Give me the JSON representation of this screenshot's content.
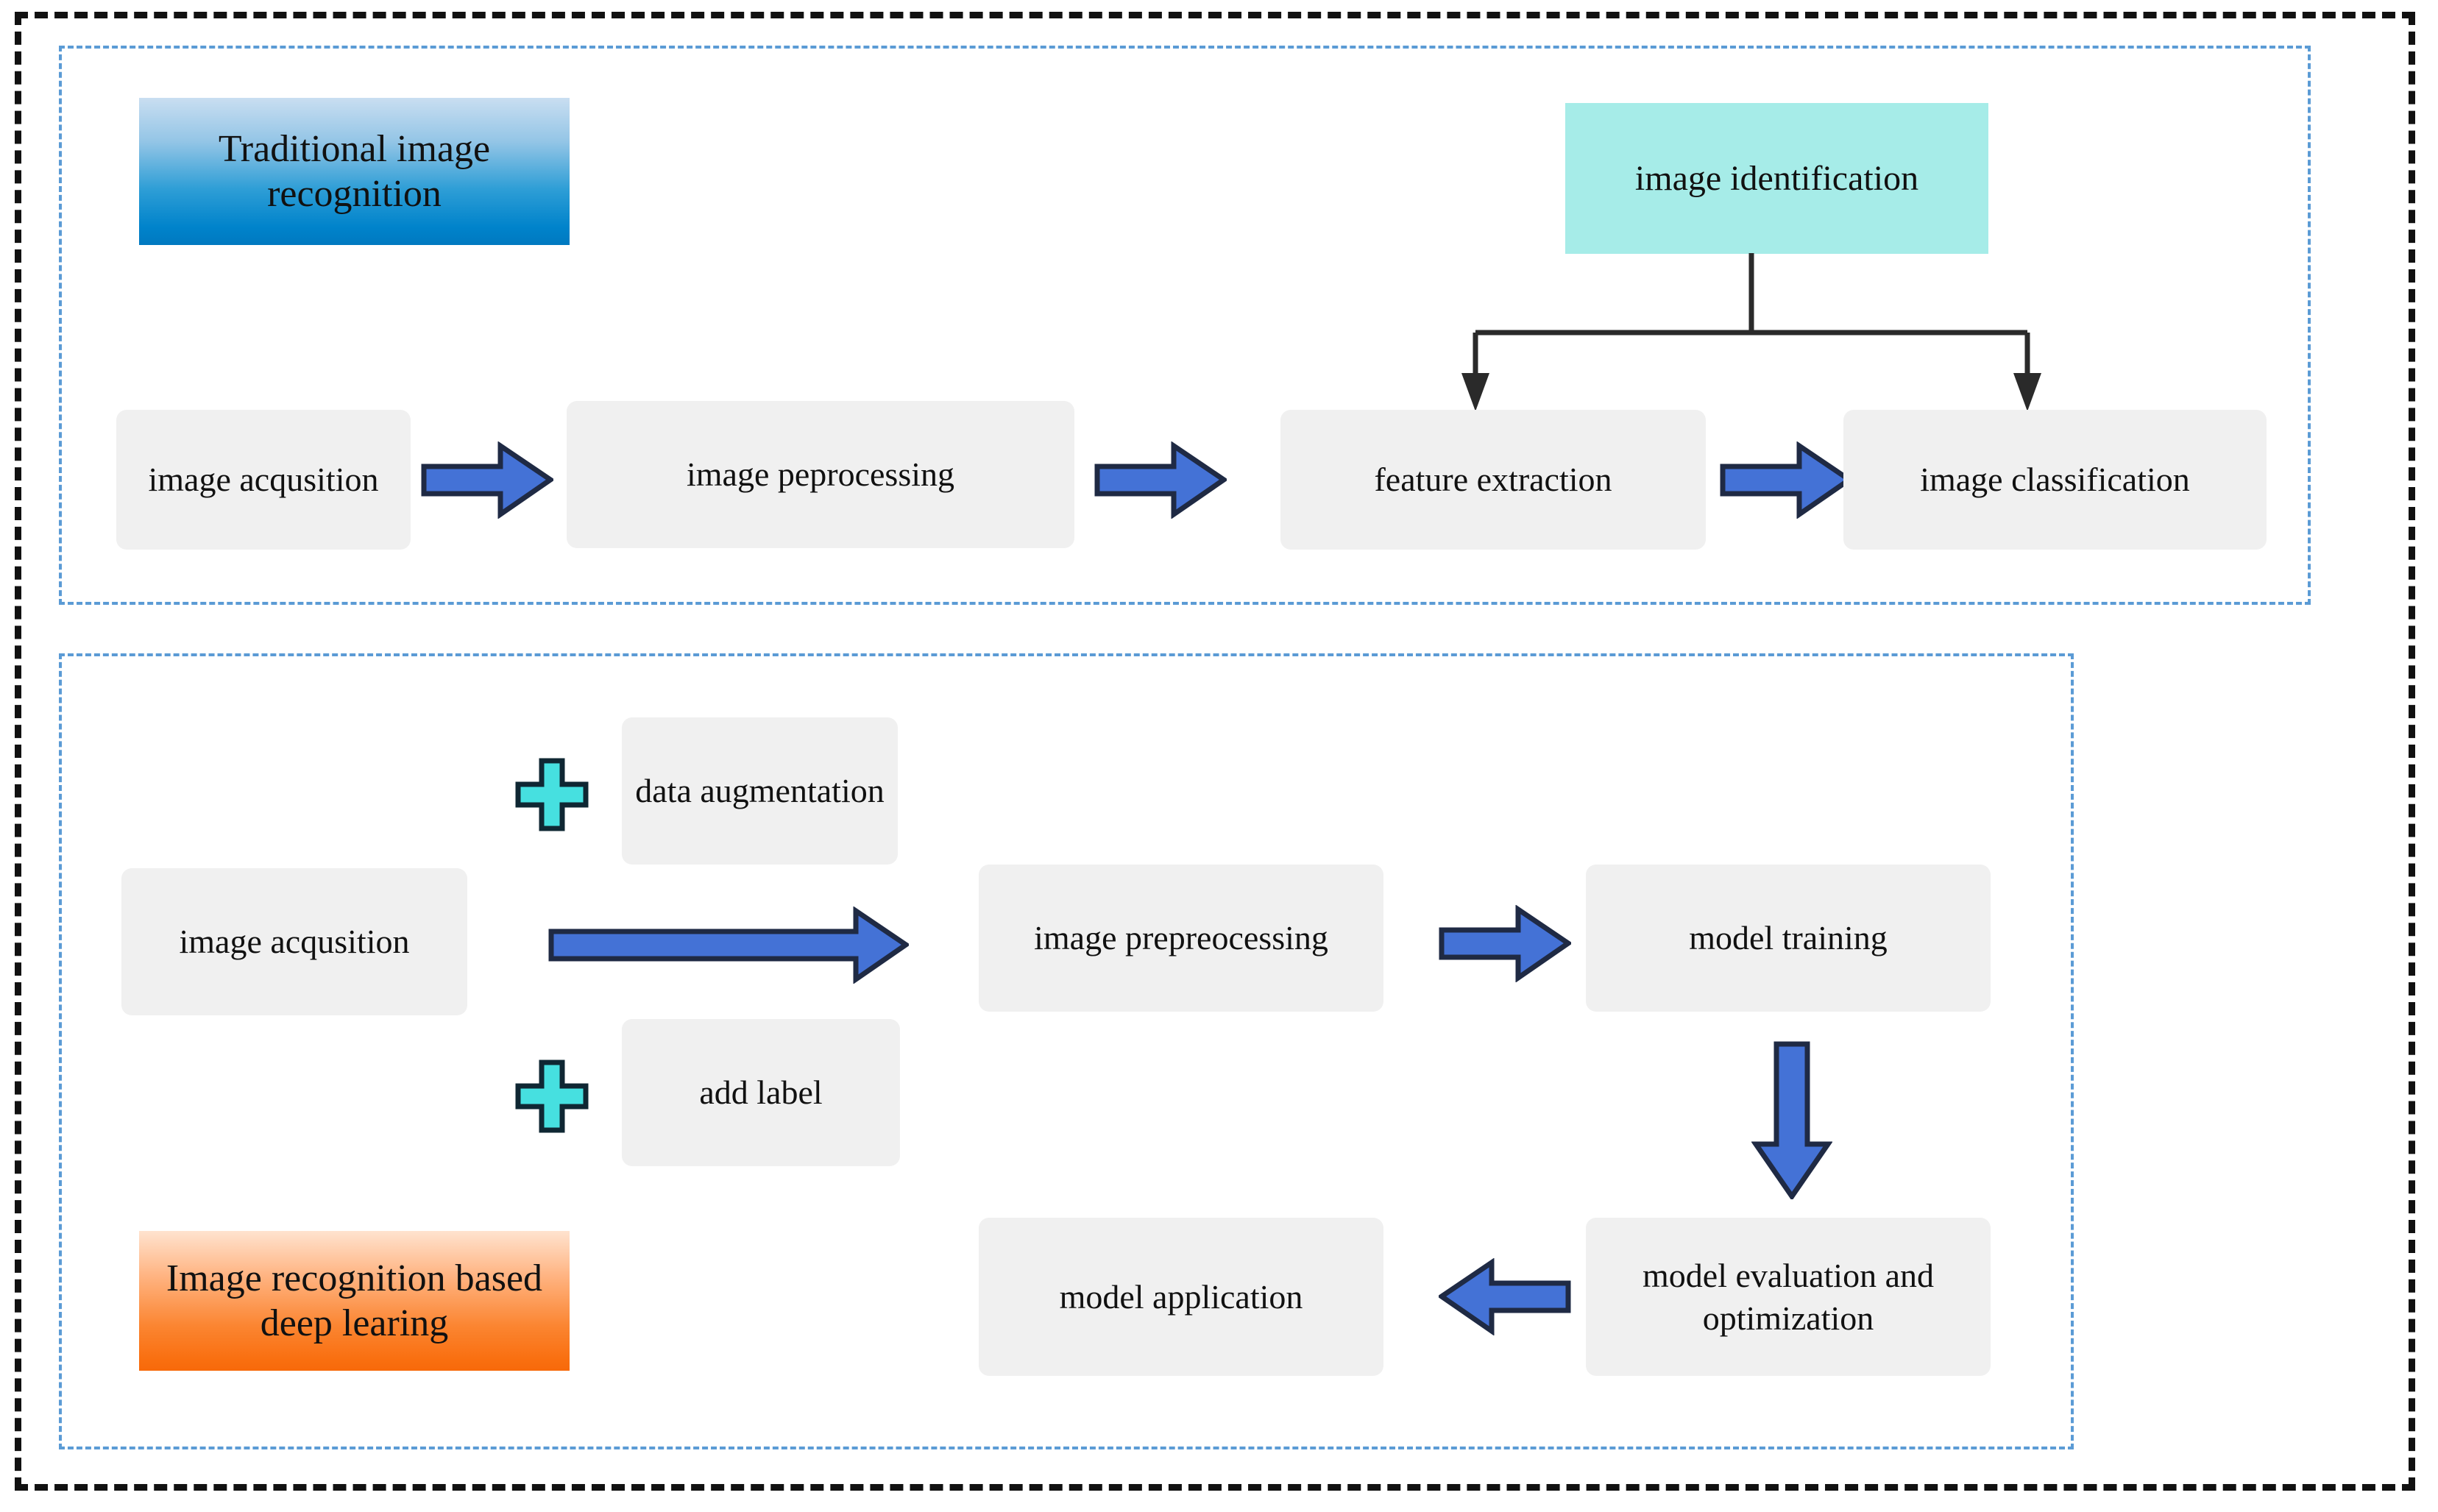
{
  "diagram": {
    "title_chips": {
      "traditional": "Traditional image recognition",
      "deep": "Image recognition based deep learing"
    },
    "panel_traditional": {
      "identification_box": "image identification",
      "steps": [
        "image acqusition",
        "image peprocessing",
        "feature extraction",
        "image classification"
      ],
      "arrows": [
        "right-arrow-icon",
        "right-arrow-icon",
        "right-arrow-icon"
      ],
      "bracket": "bracket-connector-icon"
    },
    "panel_deep": {
      "steps": {
        "acquisition": "image acqusition",
        "data_augmentation": "data augmentation",
        "add_label": "add label",
        "preprocessing": "image prepreocessing",
        "training": "model training",
        "evaluation": "model evaluation and optimization",
        "application": "model application"
      },
      "plus_icons": [
        "plus-icon",
        "plus-icon"
      ],
      "arrows": [
        "long-right-arrow-icon",
        "right-arrow-icon",
        "down-arrow-icon",
        "left-arrow-icon"
      ]
    },
    "colors": {
      "arrow_fill": "#4472d6",
      "arrow_stroke": "#1f2a44",
      "plus_fill": "#46e0e0",
      "plus_stroke": "#0f2733",
      "process_box": "#f0f0f0",
      "cyan_box": "#a6ece8",
      "panel_border": "#5b9bd5",
      "outer_border": "#111111",
      "traditional_gradient_top": "#c9def1",
      "traditional_gradient_bottom": "#0079c0",
      "deep_gradient_top": "#ffe3cf",
      "deep_gradient_bottom": "#f7690a"
    }
  }
}
